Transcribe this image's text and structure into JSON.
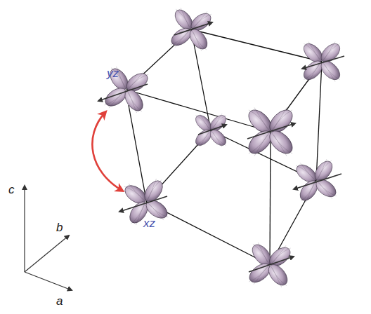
{
  "diagram": {
    "labels": [
      "yz",
      "xz",
      "c",
      "b",
      "a"
    ]
  }
}
